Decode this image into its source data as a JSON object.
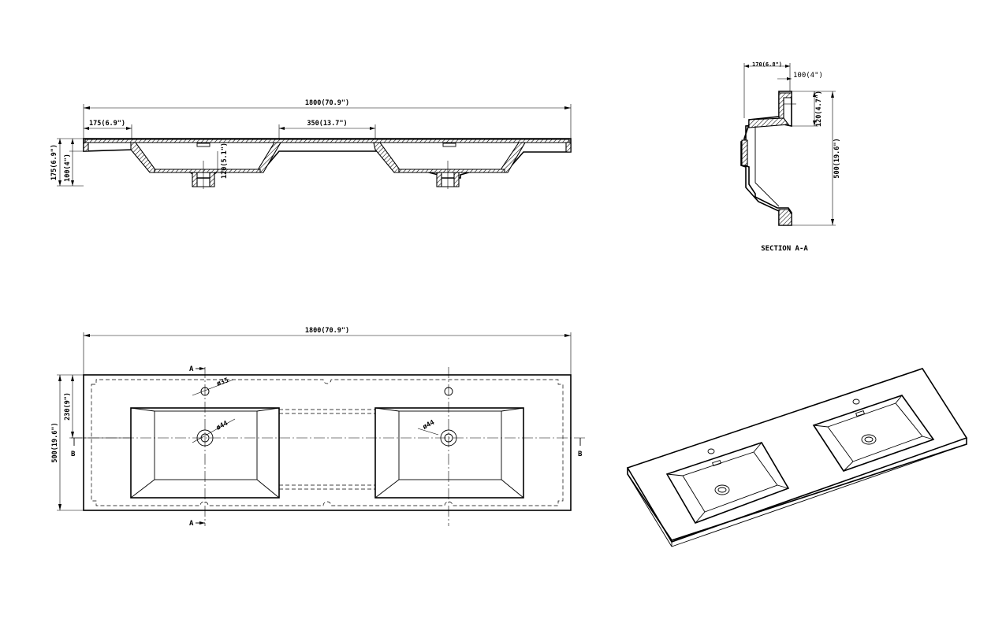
{
  "front_view": {
    "overall_width": "1800(70.9\")",
    "hole_offset": "175(6.9\")",
    "hole_spacing": "350(13.7\")",
    "total_height": "175(6.9\")",
    "top_depth": "100(4\")",
    "basin_depth": "120(5.1\")"
  },
  "section_view": {
    "caption": "SECTION A-A",
    "top_offset": "170(6.8\")",
    "rim_width": "100(4\")",
    "rim_height": "120(4.7\")",
    "depth": "500(19.6\")"
  },
  "plan_view": {
    "overall_width": "1800(70.9\")",
    "depth": "500(19.6\")",
    "basin_offset": "230(9\")",
    "tap_hole": "ø35",
    "drain_hole": "ø44",
    "drain_hole_right": "ø44",
    "section_a": "A",
    "section_b": "B"
  }
}
